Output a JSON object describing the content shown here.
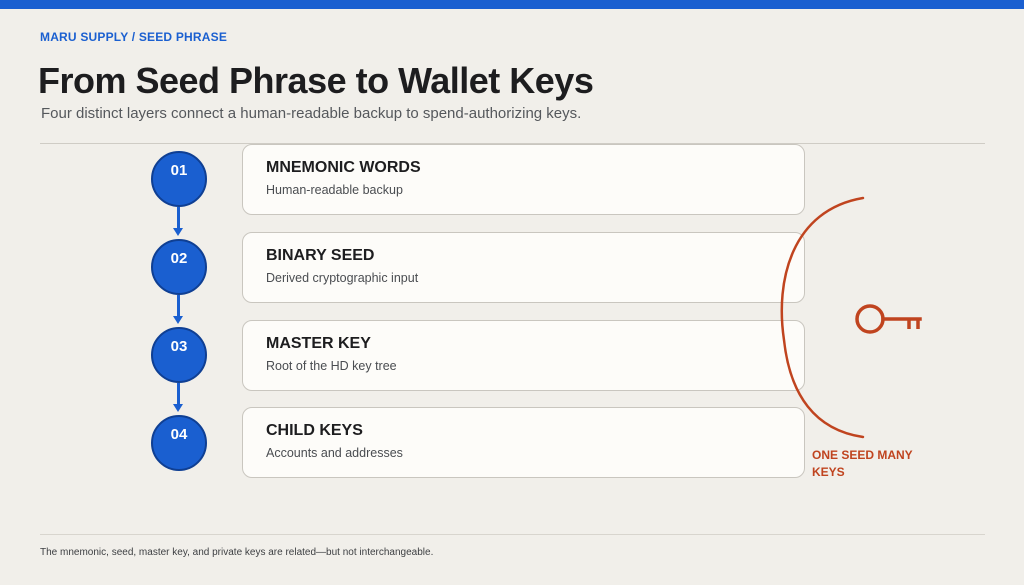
{
  "header": {
    "kicker": "MARU SUPPLY / SEED PHRASE",
    "title": "From Seed Phrase to Wallet Keys",
    "subtitle": "Four distinct layers connect a human-readable backup to spend-authorizing keys."
  },
  "steps": [
    {
      "number": "01",
      "title": "MNEMONIC WORDS",
      "subtitle": "Human-readable backup"
    },
    {
      "number": "02",
      "title": "BINARY SEED",
      "subtitle": "Derived cryptographic input"
    },
    {
      "number": "03",
      "title": "MASTER KEY",
      "subtitle": "Root of the HD key tree"
    },
    {
      "number": "04",
      "title": "CHILD KEYS",
      "subtitle": "Accounts and addresses"
    }
  ],
  "callout": {
    "label": "ONE SEED MANY KEYS",
    "icon": "key-icon"
  },
  "footer": {
    "note": "The mnemonic, seed, master key, and private keys are related—but not interchangeable."
  },
  "colors": {
    "accent": "#1a5fd0",
    "callout": "#c0441f",
    "background": "#f1efea",
    "card": "#fdfcf9"
  }
}
